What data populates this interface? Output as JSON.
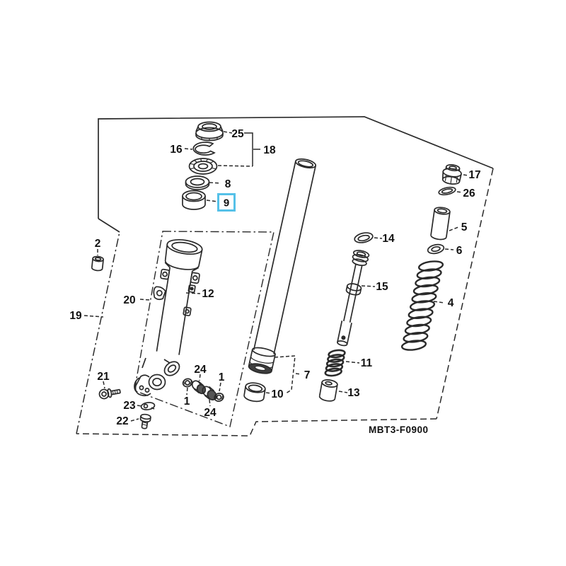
{
  "diagram": {
    "title_code": "MBT3-F0900",
    "highlighted_callout": "9",
    "colors": {
      "line": "#2a2a2a",
      "background": "#ffffff",
      "highlight": "#55c1e8",
      "text": "#111111"
    },
    "callouts": {
      "c1a": "1",
      "c1b": "1",
      "c2": "2",
      "c4": "4",
      "c5": "5",
      "c6": "6",
      "c7": "7",
      "c8": "8",
      "c9": "9",
      "c10": "10",
      "c11": "11",
      "c12": "12",
      "c13": "13",
      "c14": "14",
      "c15": "15",
      "c16": "16",
      "c17": "17",
      "c18": "18",
      "c19": "19",
      "c20": "20",
      "c21": "21",
      "c22": "22",
      "c23": "23",
      "c24a": "24",
      "c24b": "24",
      "c25": "25",
      "c26": "26"
    }
  }
}
